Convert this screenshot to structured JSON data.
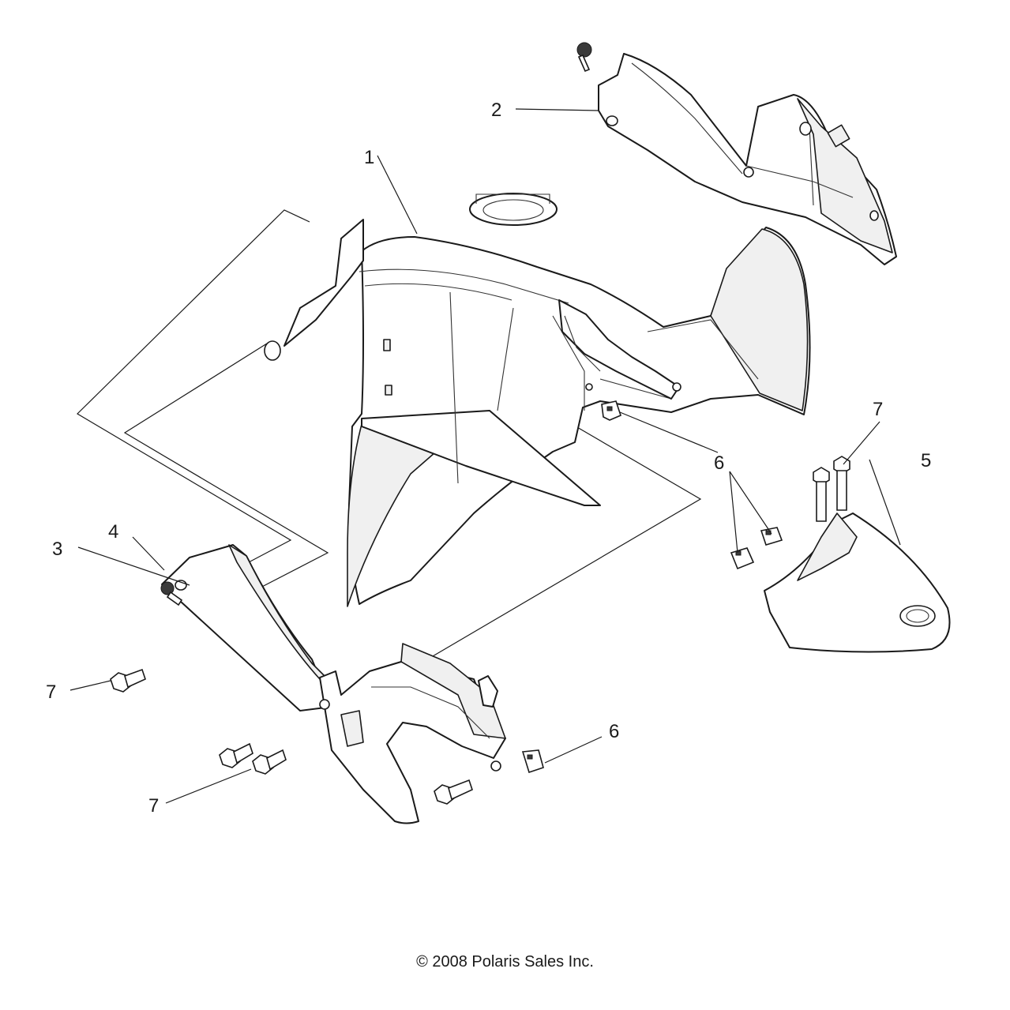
{
  "callouts": {
    "c1": "1",
    "c2": "2",
    "c3": "3",
    "c4": "4",
    "c5": "5",
    "c6a": "6",
    "c6b": "6",
    "c7a": "7",
    "c7b": "7",
    "c7c": "7"
  },
  "footer": {
    "copyright": "© 2008 Polaris Sales Inc."
  }
}
